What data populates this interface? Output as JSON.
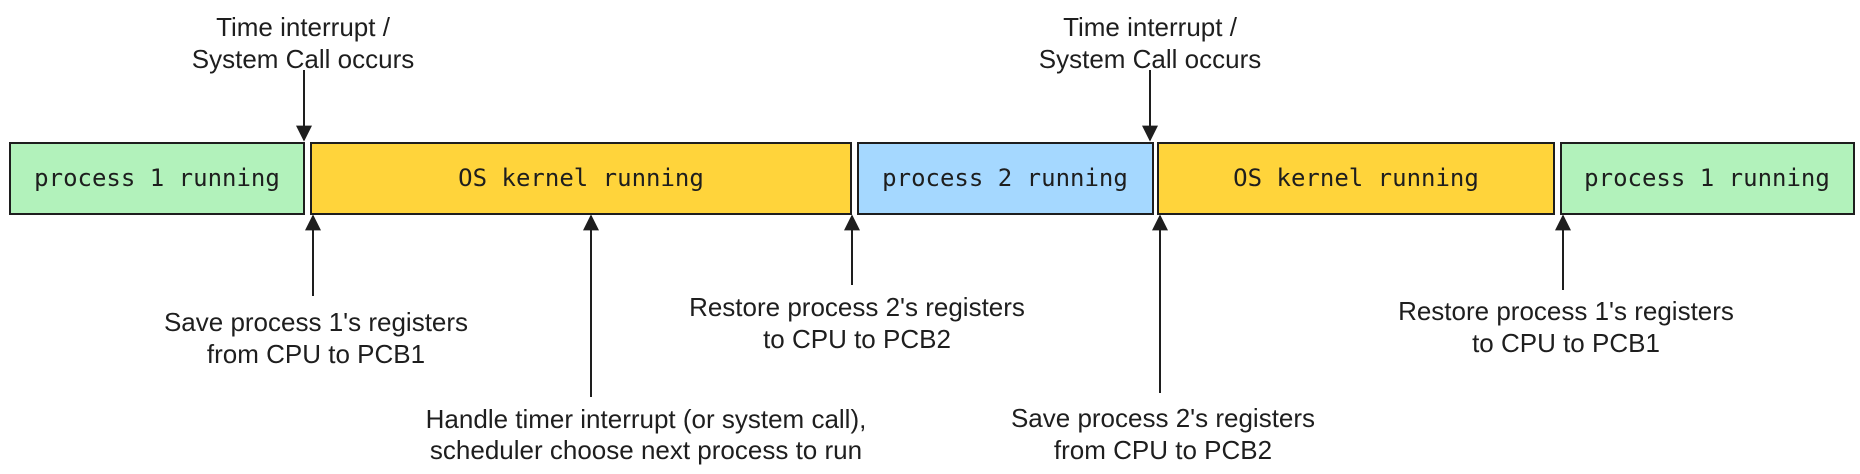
{
  "segments": [
    {
      "label": "process 1 running",
      "color": "#b2f2bb"
    },
    {
      "label": "OS kernel running",
      "color": "#ffd43b"
    },
    {
      "label": "process 2 running",
      "color": "#a5d8ff"
    },
    {
      "label": "OS kernel running",
      "color": "#ffd43b"
    },
    {
      "label": "process 1 running",
      "color": "#b2f2bb"
    }
  ],
  "interrupt_1": {
    "line1": "Time interrupt /",
    "line2": "System Call occurs"
  },
  "interrupt_2": {
    "line1": "Time interrupt /",
    "line2": "System Call occurs"
  },
  "save_p1": {
    "line1": "Save process 1's registers",
    "line2": "from CPU to PCB1"
  },
  "handle_timer": {
    "line1": "Handle timer interrupt (or system call),",
    "line2": "scheduler choose next process to run"
  },
  "restore_p2": {
    "line1": "Restore process 2's registers",
    "line2": "to CPU to PCB2"
  },
  "save_p2": {
    "line1": "Save process 2's registers",
    "line2": "from CPU to PCB2"
  },
  "restore_p1": {
    "line1": "Restore process 1's registers",
    "line2": "to CPU to PCB1"
  },
  "colors": {
    "stroke": "#1e1e1e"
  }
}
